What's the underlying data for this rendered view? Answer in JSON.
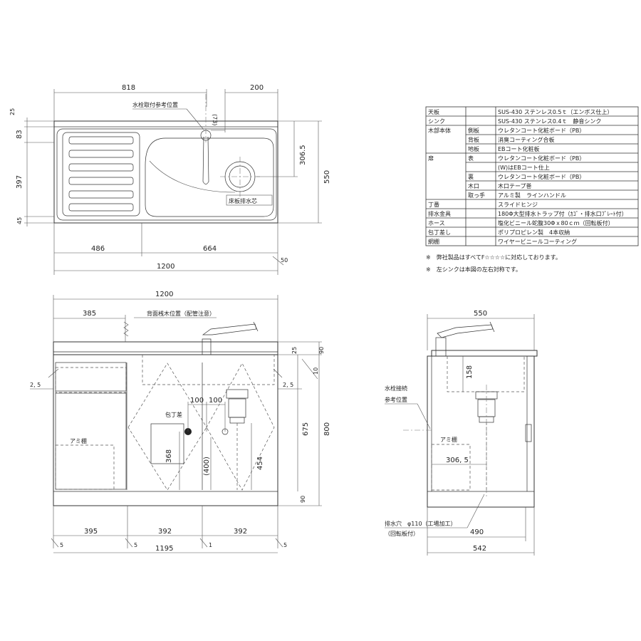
{
  "plan_view": {
    "dims": {
      "w818": "818",
      "w200": "200",
      "h25": "25",
      "h83": "83",
      "h397": "397",
      "h45": "45",
      "h550": "550",
      "h306_5": "306.5",
      "h73": "(73)",
      "w486": "486",
      "w664": "664",
      "w1200": "1200",
      "w50": "50"
    },
    "labels": {
      "faucet_ref": "水栓取付参考位置",
      "drain_center": "床板排水芯"
    }
  },
  "front_view": {
    "dims": {
      "w1200": "1200",
      "w385": "385",
      "d25": "25",
      "d90_top": "90",
      "d10": "10",
      "d2_5_left": "2, 5",
      "d2_5_right": "2, 5",
      "w100a": "100",
      "w100b": "100",
      "h675": "675",
      "h800": "800",
      "h368": "368",
      "h400": "(400)",
      "h454": "454",
      "h90": "90",
      "w395": "395",
      "w392a": "392",
      "w392b": "392",
      "w1195": "1195",
      "g5a": "5",
      "g5b": "5",
      "g1": "1",
      "g5c": "5"
    },
    "labels": {
      "back_stud": "背面桟木位置（配管注意）",
      "knife_holder": "包丁差",
      "ami_tana": "アミ棚"
    }
  },
  "side_view": {
    "dims": {
      "w550": "550",
      "h158": "158",
      "d306_5": "306, 5",
      "w490": "490",
      "w542": "542"
    },
    "labels": {
      "faucet_conn_1": "水栓接続",
      "faucet_conn_2": "参考位置",
      "ami_tana": "アミ棚",
      "drain_hole_1": "排水穴　φ110（工場加工）",
      "drain_hole_2": "（回転板付）"
    }
  },
  "spec_table": {
    "rows": [
      {
        "c1": "天板",
        "c2": "",
        "c3": "SUS-430 ステンレス0.5ｔ（エンボス仕上）"
      },
      {
        "c1": "シンク",
        "c2": "",
        "c3": "SUS-430 ステンレス0.4ｔ　静音シンク"
      },
      {
        "c1": "木部本体",
        "c2": "側板",
        "c3": "ウレタンコート化粧ボード（PB）"
      },
      {
        "c1": "",
        "c2": "背板",
        "c3": "消臭コーティング合板"
      },
      {
        "c1": "",
        "c2": "地板",
        "c3": "EBコート化粧板"
      },
      {
        "c1": "扉",
        "c2": "表",
        "c3": "ウレタンコート化粧ボード（PB）"
      },
      {
        "c1": "",
        "c2": "",
        "c3": "(W)はEBコート仕上"
      },
      {
        "c1": "",
        "c2": "裏",
        "c3": "ウレタンコート化粧ボード（PB）"
      },
      {
        "c1": "",
        "c2": "木口",
        "c3": "木口テープ巻"
      },
      {
        "c1": "",
        "c2": "取っ手",
        "c3": "アルミ製　ラインハンドル"
      },
      {
        "c1": "丁番",
        "c2": "",
        "c3": "スライドヒンジ"
      },
      {
        "c1": "排水金具",
        "c2": "",
        "c3": "180Φ大型排水トラップ付（ｶｺﾞ・排水口ﾌﾟﾚｰﾄ付）"
      },
      {
        "c1": "ホース",
        "c2": "",
        "c3": "塩化ビニール蛇腹30Φｘ80ｃｍ（回転板付）"
      },
      {
        "c1": "包丁差し",
        "c2": "",
        "c3": "ポリプロピレン製　4本収納"
      },
      {
        "c1": "網棚",
        "c2": "",
        "c3": "ワイヤービニールコーティング"
      }
    ],
    "notes": [
      "※　弊社製品はすべてF☆☆☆☆に対応しております。",
      "※　左シンクは本図の左右対称です。"
    ]
  }
}
